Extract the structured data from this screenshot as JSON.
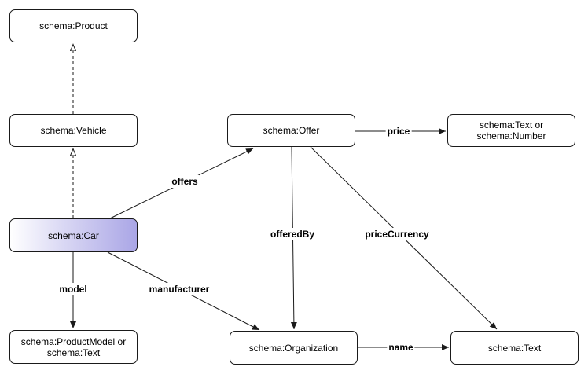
{
  "nodes": {
    "product": "schema:Product",
    "vehicle": "schema:Vehicle",
    "car": "schema:Car",
    "product_model_line1": "schema:ProductModel or",
    "product_model_line2": "schema:Text",
    "offer": "schema:Offer",
    "text_or_number_line1": "schema:Text or",
    "text_or_number_line2": "schema:Number",
    "organization": "schema:Organization",
    "text": "schema:Text"
  },
  "edges": {
    "offers": "offers",
    "price": "price",
    "offered_by": "offeredBy",
    "price_currency": "priceCurrency",
    "model": "model",
    "manufacturer": "manufacturer",
    "name": "name"
  },
  "colors": {
    "line": "#1a1a1a",
    "highlight_start": "#ffffff",
    "highlight_end": "#aaa6e6"
  }
}
